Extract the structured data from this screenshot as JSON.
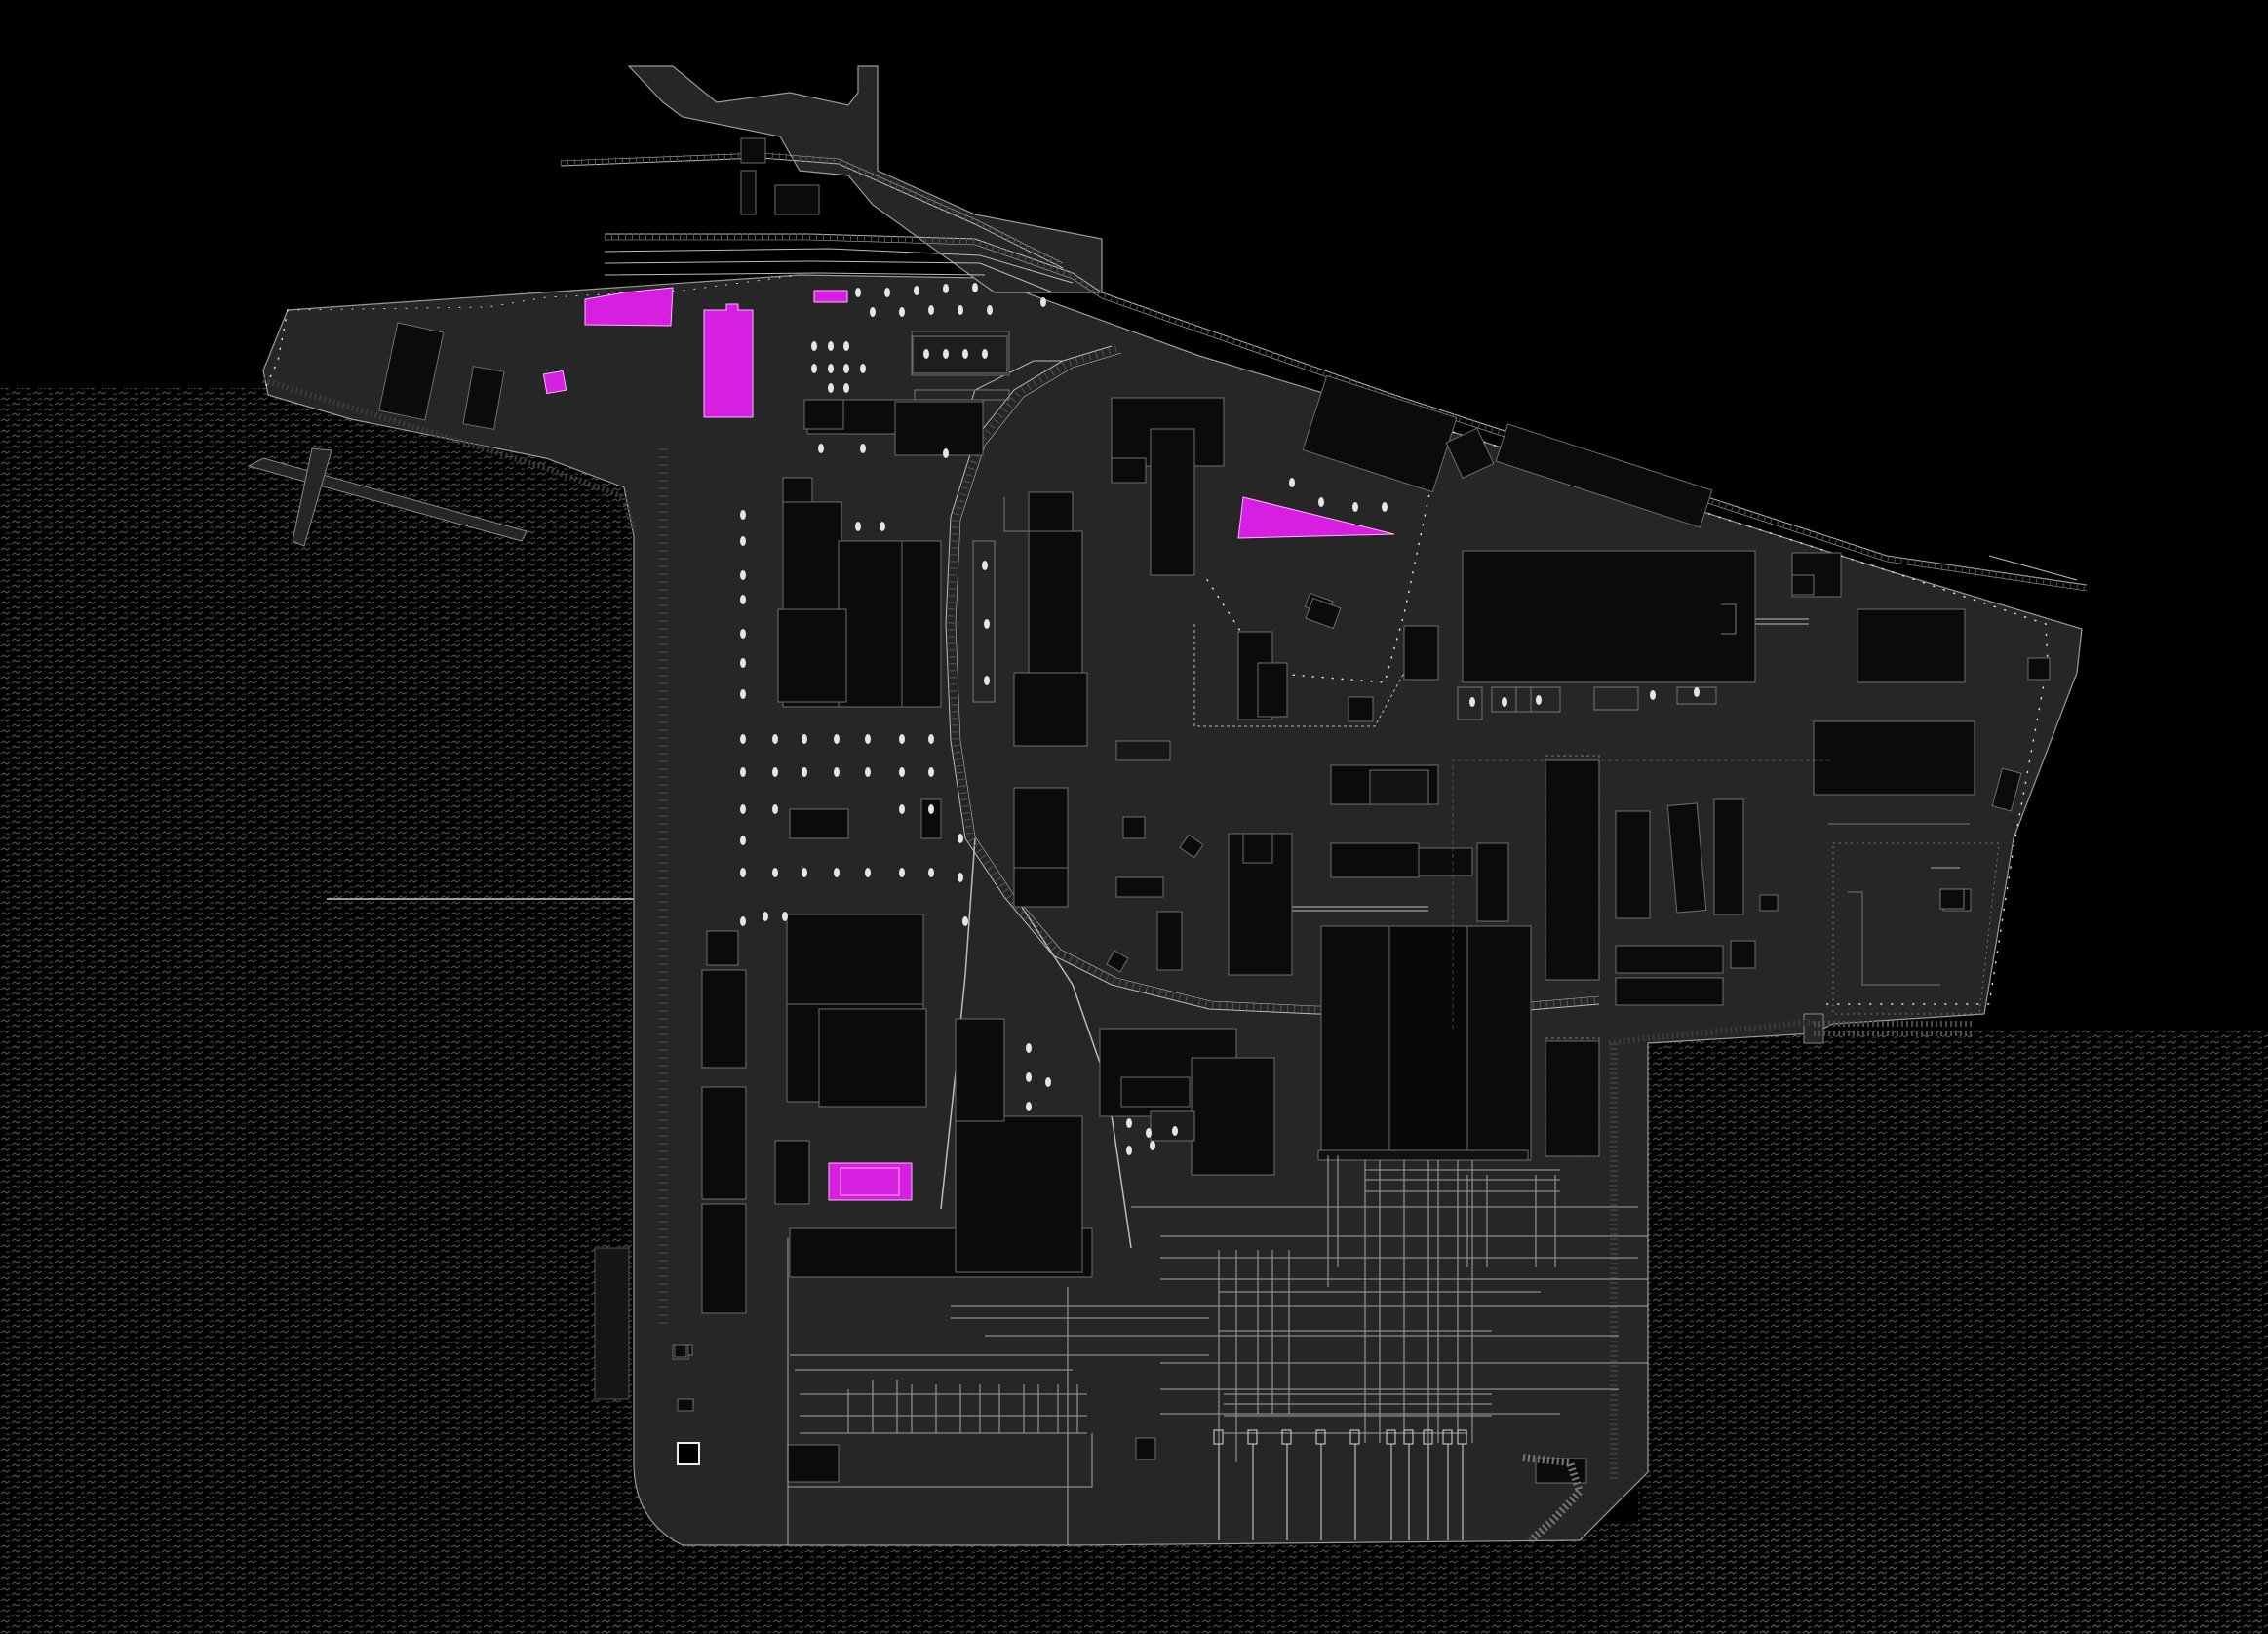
{
  "colors": {
    "background": "#000000",
    "land": "#262626",
    "building": "#0a0a0a",
    "building_dark": "#050505",
    "highlight": "#d61fe0",
    "line": "#bcbcbc",
    "water_texture": "#5a5a5a"
  },
  "icon_names": [
    "tree-icon",
    "fence-post-icon",
    "rail-track",
    "water-texture"
  ],
  "highlighted_building_count": 5
}
